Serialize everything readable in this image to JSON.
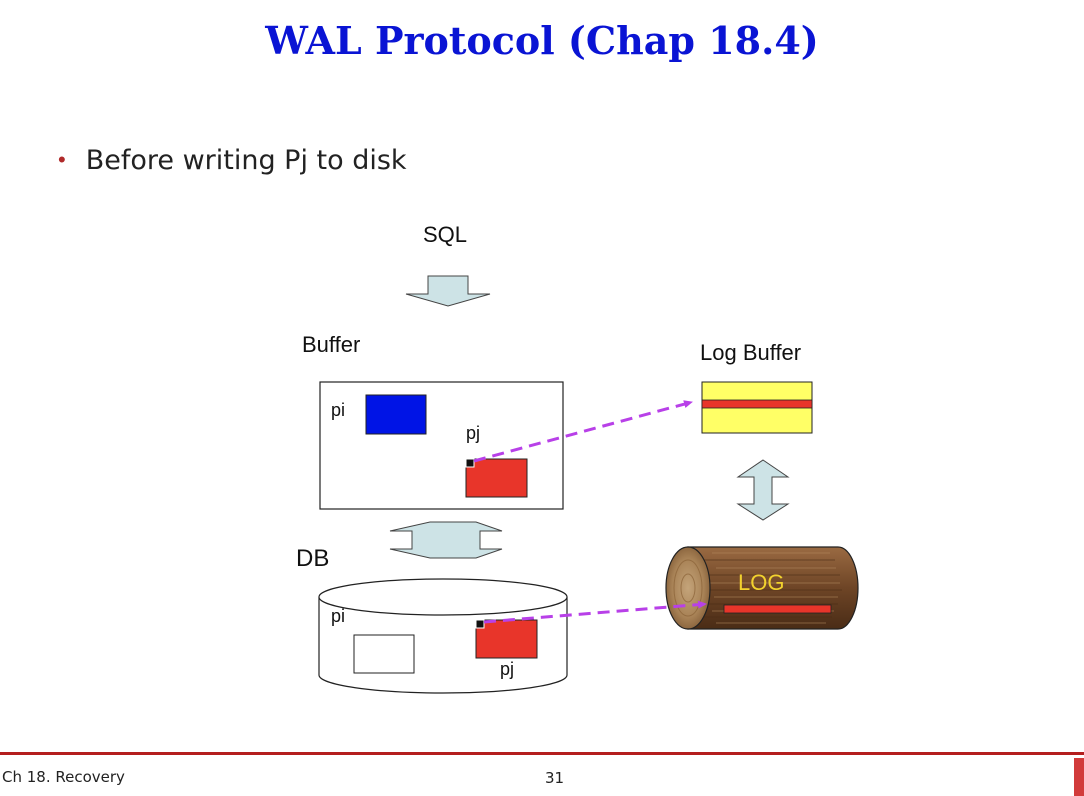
{
  "slide": {
    "title": "WAL Protocol (Chap 18.4)",
    "bullets": [
      "Before writing Pj to disk"
    ]
  },
  "diagram": {
    "labels": {
      "sql": "SQL",
      "buffer": "Buffer",
      "log_buffer": "Log Buffer",
      "db": "DB",
      "log": "LOG",
      "buffer_pi": "pi",
      "buffer_pj": "pj",
      "db_pi": "pi",
      "db_pj": "pj"
    },
    "colors": {
      "page_blue": "#0014e6",
      "page_red": "#e8352a",
      "log_buffer_fill": "#ffff66",
      "log_record": "#e8352a",
      "arrow_fill": "#cde3e6",
      "dashed_arrow": "#b840e8",
      "log_text": "#f2d22e",
      "wood": "#8a5a34"
    }
  },
  "footer": {
    "chapter": "Ch 18. Recovery",
    "page": "31"
  }
}
